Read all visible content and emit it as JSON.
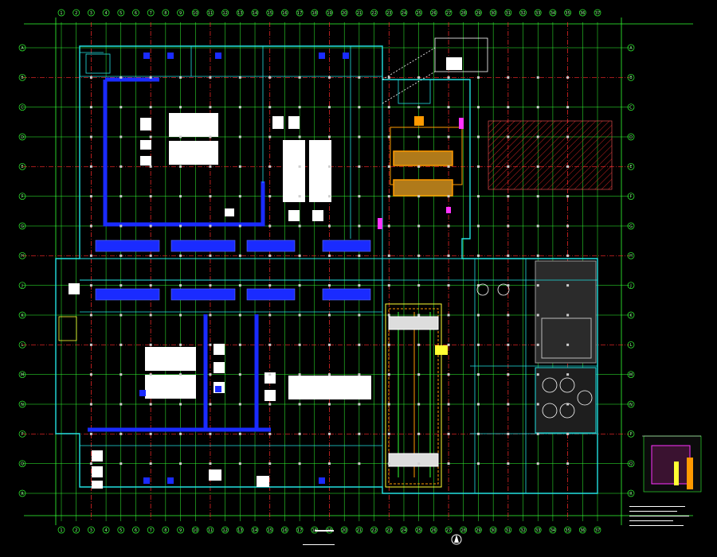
{
  "drawing": {
    "grid_columns": [
      "1",
      "2",
      "3",
      "4",
      "5",
      "6",
      "7",
      "8",
      "9",
      "10",
      "11",
      "12",
      "13",
      "14",
      "15",
      "16",
      "17",
      "18",
      "19",
      "20",
      "21",
      "22",
      "23",
      "24",
      "25",
      "26",
      "27",
      "28",
      "29",
      "30",
      "31",
      "32",
      "33",
      "34",
      "35",
      "36",
      "37"
    ],
    "grid_rows": [
      "A",
      "B",
      "C",
      "D",
      "E",
      "F",
      "G",
      "H",
      "J",
      "K",
      "L",
      "M",
      "N",
      "P",
      "Q",
      "R"
    ],
    "colors": {
      "background": "#000000",
      "grid_green": "#33ff33",
      "axis_red": "#ff2a2a",
      "wall_cyan": "#22e0e0",
      "blue_zone": "#1a2bff",
      "room_white": "#ffffff",
      "orange": "#ff9a00",
      "magenta": "#ff33ff",
      "yellow": "#ffff33",
      "gray": "#9a9a9a"
    },
    "icons": [
      "north-arrow-icon",
      "key-plan-icon"
    ]
  }
}
